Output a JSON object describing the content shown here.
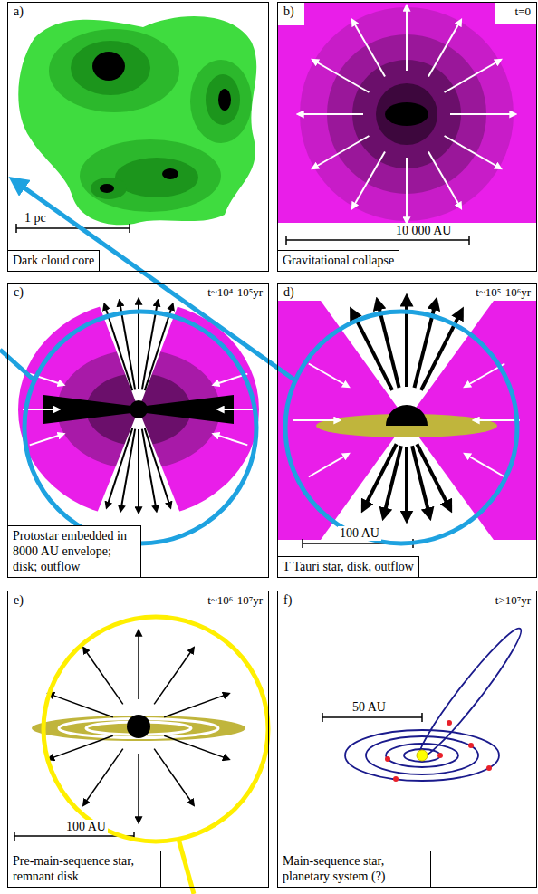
{
  "diagram": {
    "nodes": [
      {
        "text": [
          "a)",
          "1 pc"
        ]
      },
      {
        "text": [
          "Dark cloud core"
        ],
        "in": 0
      },
      {
        "text": [
          "b)",
          "t=0",
          "10 000 AU"
        ]
      },
      {
        "text": [
          "Gravitational collapse"
        ],
        "in": 2
      },
      {
        "text": [
          "c)",
          "t~10⁴-10⁵yr"
        ]
      },
      {
        "text": [
          "Protostar embedded in 8000 AU envelope; disk; outflow"
        ],
        "in": 4
      },
      {
        "text": [
          "d)",
          "t~10⁵-10⁶yr",
          "100 AU"
        ]
      },
      {
        "text": [
          "T Tauri star, disk, outflow"
        ],
        "in": 6
      },
      {
        "text": [
          "e)",
          "t~10⁶-10⁷yr",
          "100 AU"
        ]
      },
      {
        "text": [
          "Pre-main-sequence star, remnant disk"
        ],
        "in": 8
      },
      {
        "text": [
          "f)",
          "t>10⁷yr",
          "50 AU"
        ]
      },
      {
        "text": [
          "Main-sequence star, planetary system (?)"
        ],
        "in": 10
      }
    ]
  }
}
